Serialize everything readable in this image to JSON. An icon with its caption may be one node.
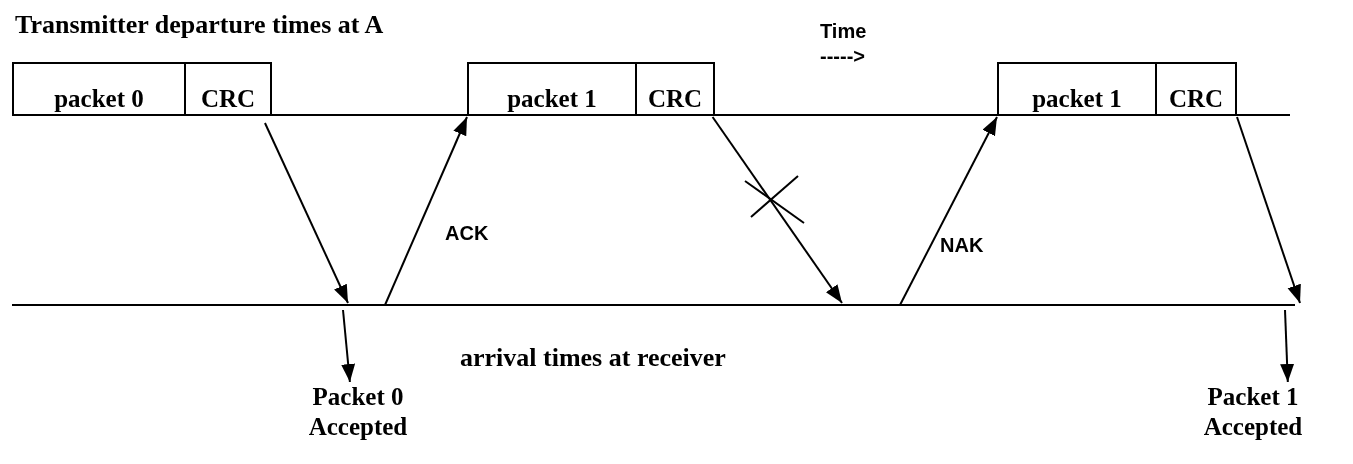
{
  "diagram": {
    "nodes": [
      {
        "text": [
          "packet 0"
        ]
      },
      {
        "text": [
          "CRC"
        ]
      },
      {
        "text": [
          "packet 1"
        ]
      },
      {
        "text": [
          "CRC"
        ]
      },
      {
        "text": [
          "packet 1"
        ]
      },
      {
        "text": [
          "CRC"
        ]
      },
      {
        "text": [
          "Packet 0 Accepted"
        ]
      },
      {
        "text": [
          "Packet 1 Accepted"
        ]
      }
    ],
    "edges": [
      {
        "from": 1,
        "to": null,
        "arrow": "to"
      },
      {
        "from": null,
        "to": 2,
        "arrow": "to"
      },
      {
        "from": 3,
        "to": null,
        "arrow": "to"
      },
      {
        "from": null,
        "to": 4,
        "arrow": "to"
      },
      {
        "from": 5,
        "to": null,
        "arrow": "to"
      },
      {
        "from": null,
        "to": 6,
        "arrow": "to"
      },
      {
        "from": null,
        "to": 7,
        "arrow": "to"
      }
    ],
    "labels": [
      "Transmitter departure times at A",
      "Time",
      "----->",
      "ACK",
      "NAK",
      "arrival times at receiver"
    ]
  }
}
